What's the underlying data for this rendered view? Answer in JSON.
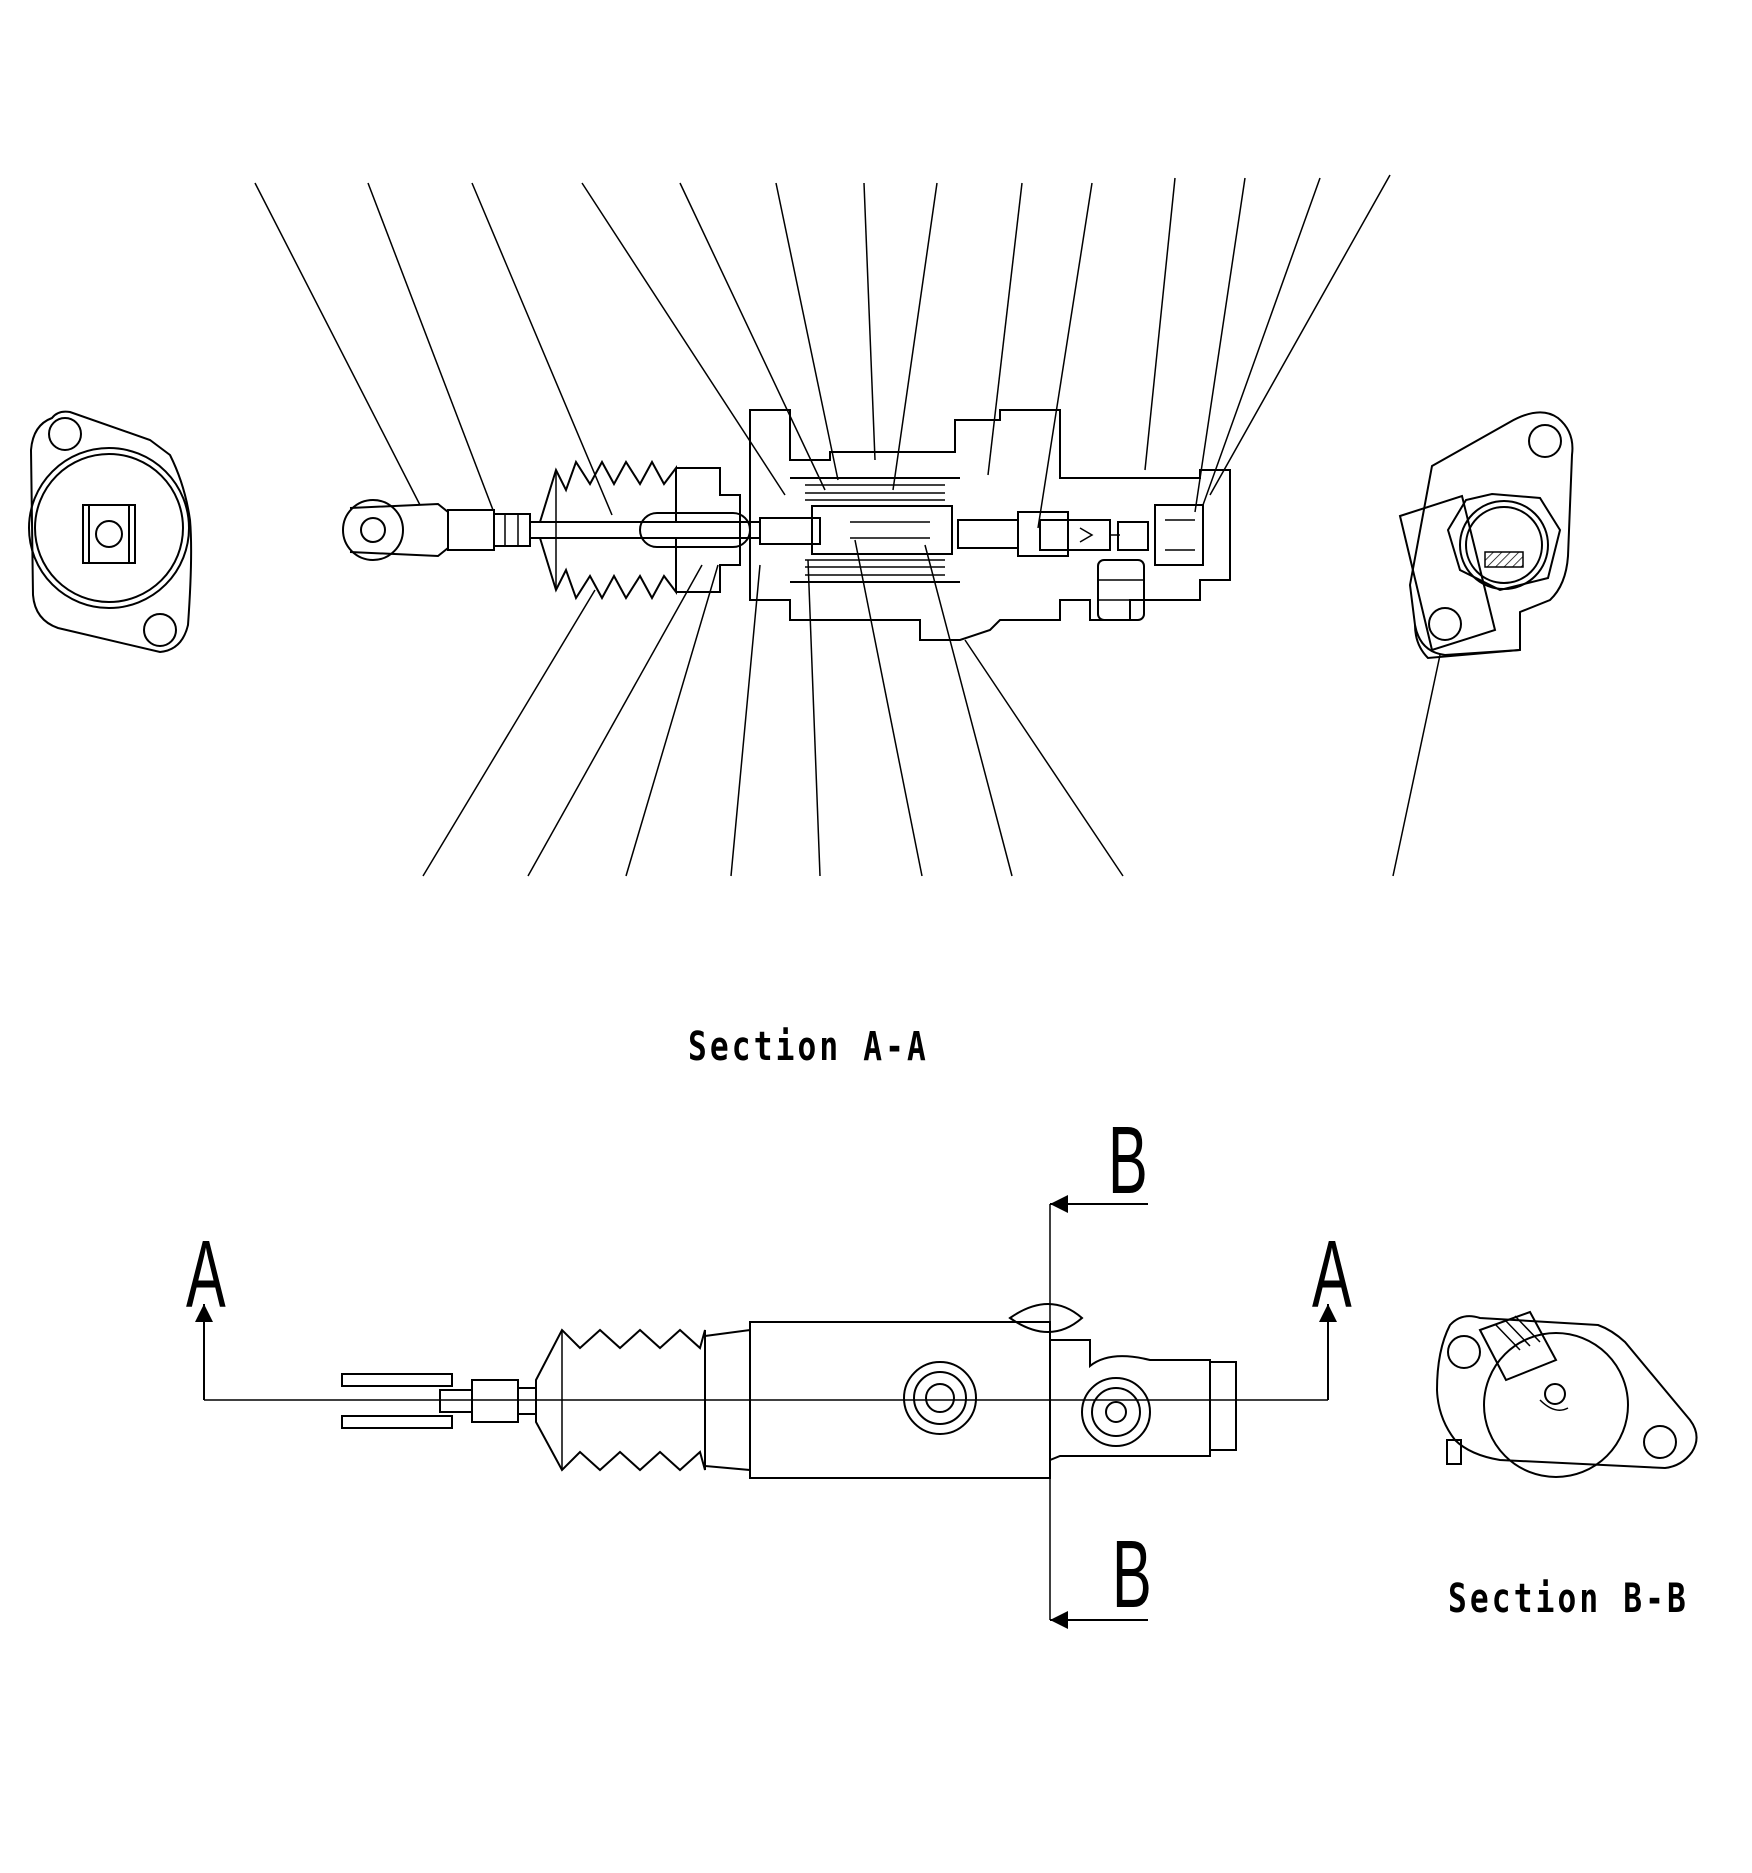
{
  "captions": {
    "section_aa": "Section A-A",
    "section_bb": "Section B-B"
  },
  "markers": {
    "a_left": "A",
    "a_right": "A",
    "b_top": "B",
    "b_bottom": "B"
  }
}
